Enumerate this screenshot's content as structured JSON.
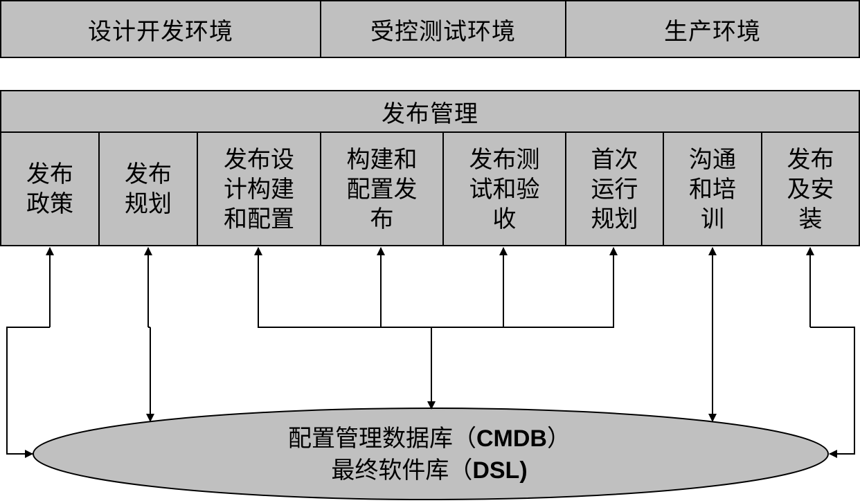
{
  "environments": [
    {
      "label": "设计开发环境"
    },
    {
      "label": "受控测试环境"
    },
    {
      "label": "生产环境"
    }
  ],
  "release_management": {
    "title": "发布管理",
    "steps": [
      {
        "lines": [
          "发布",
          "政策"
        ]
      },
      {
        "lines": [
          "发布",
          "规划"
        ]
      },
      {
        "lines": [
          "发布设",
          "计构建",
          "和配置"
        ]
      },
      {
        "lines": [
          "构建和",
          "配置发",
          "布"
        ]
      },
      {
        "lines": [
          "发布测",
          "试和验",
          "收"
        ]
      },
      {
        "lines": [
          "首次",
          "运行",
          "规划"
        ]
      },
      {
        "lines": [
          "沟通",
          "和培",
          "训"
        ]
      },
      {
        "lines": [
          "发布",
          "及安",
          "装"
        ]
      }
    ]
  },
  "database": {
    "line1_prefix": "配置管理数据库（",
    "line1_abbr": "CMDB",
    "line1_suffix": "）",
    "line2_prefix": "最终软件库（",
    "line2_abbr": "DSL)"
  },
  "colors": {
    "box_fill": "#c0c0c0",
    "stroke": "#000000",
    "background": "#ffffff"
  }
}
